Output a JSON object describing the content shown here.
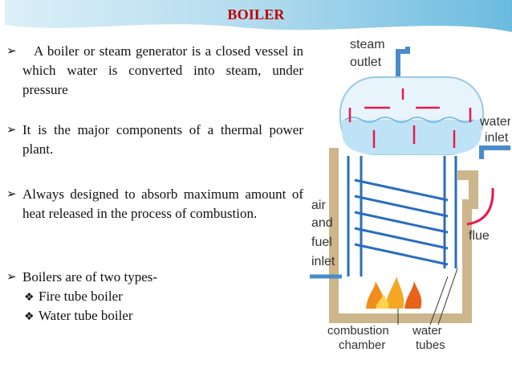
{
  "title": "BOILER",
  "bullets": [
    {
      "text": "A boiler or steam generator is a closed vessel in which water is converted into steam, under pressure"
    },
    {
      "text": "It is the major components of a thermal power plant."
    },
    {
      "text": "Always designed to absorb maximum amount of heat released in the process of combustion."
    },
    {
      "text": "Boilers are of two types-"
    }
  ],
  "types": [
    "Fire tube boiler",
    "Water tube boiler"
  ],
  "diagram": {
    "steam_outlet": [
      "steam",
      "outlet"
    ],
    "water_inlet": [
      "water",
      "inlet"
    ],
    "air_fuel": [
      "air",
      "and",
      "fuel",
      "inlet"
    ],
    "flue": "flue",
    "combustion": [
      "combustion",
      "chamber"
    ],
    "tubes": [
      "water",
      "tubes"
    ]
  },
  "colors": {
    "title": "#c00000",
    "arrow": "#e8194b",
    "tube": "#2a6ebd",
    "water": "#bfe3f6"
  }
}
